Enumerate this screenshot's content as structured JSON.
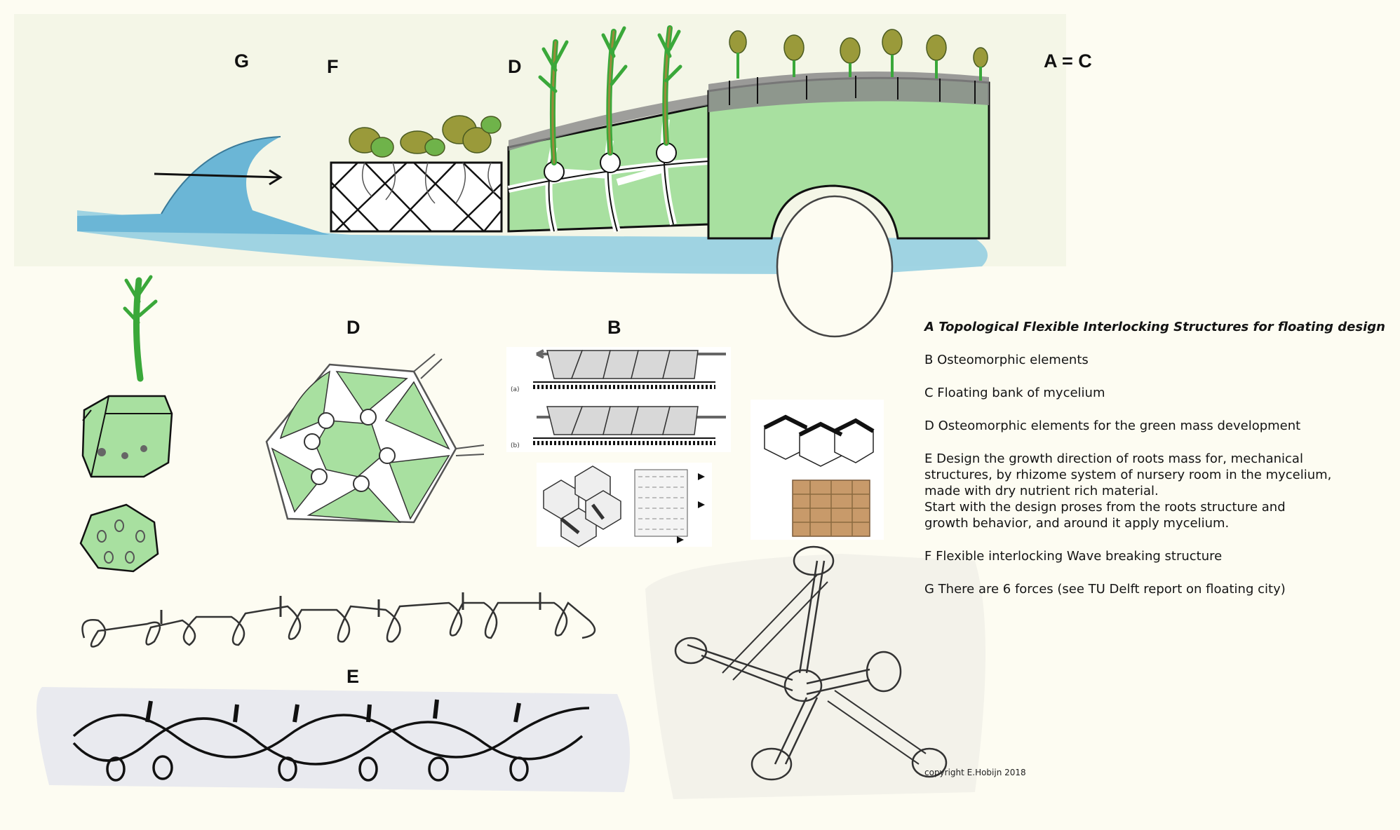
{
  "labels": {
    "top_g": "G",
    "top_f": "F",
    "top_d": "D",
    "top_ac": "A = C",
    "mid_d": "D",
    "mid_b": "B",
    "bottom_e": "E"
  },
  "legend": [
    {
      "lines": [
        "A Topological Flexible Interlocking Structures for floating design"
      ],
      "style": "italic"
    },
    {
      "lines": [
        "B Osteomorphic elements"
      ]
    },
    {
      "lines": [
        "C Floating bank of mycelium"
      ]
    },
    {
      "lines": [
        "D Osteomorphic elements for the green mass development"
      ]
    },
    {
      "lines": [
        "E Design the growth direction of roots mass for, mechanical",
        "structures, by rhizome system of nursery room in the mycelium,",
        "made with dry nutrient rich material.",
        "Start with the design proses from the roots structure and",
        "growth behavior, and around it apply mycelium."
      ]
    },
    {
      "lines": [
        "F Flexible interlocking Wave breaking structure"
      ]
    },
    {
      "lines": [
        "G There are 6 forces (see TU Delft report on floating city)"
      ]
    }
  ],
  "copyright": "copyright  E.Hobijn 2018",
  "inset_labels": {
    "a": "(a)",
    "b": "(b)"
  },
  "colors": {
    "water": "#8fcce0",
    "wave": "#6bb6d6",
    "green_mass": "#a8e0a0",
    "plant_green": "#3aa83a",
    "leaf_olive": "#9a9a3a",
    "soil_grey": "#8a8a8a",
    "block_tan": "#c89a6a"
  }
}
